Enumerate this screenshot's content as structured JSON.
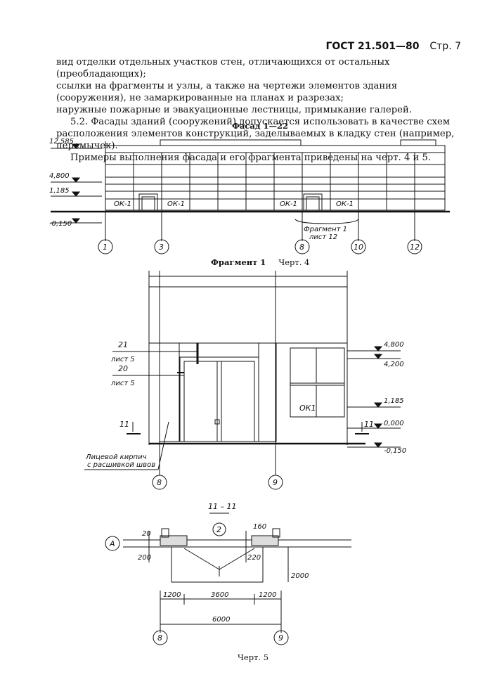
{
  "header": {
    "code": "ГОСТ 21.501—80",
    "page": "Стр. 7"
  },
  "body_text": [
    "вид отделки отдельных участков стен, отличающихся от остальных (преобладающих);",
    "ссылки на фрагменты и узлы, а также на чертежи элементов здания (сооружения), не замаркированные на планах и разрезах;",
    "наружные пожарные и эвакуационные лестницы, примыкание галерей.",
    "5.2. Фасады зданий (сооружений) допускается использовать в качестве схем расположения элементов конструкций, заделываемых в кладку стен (например, перемычек).",
    "Примеры выполнения фасада и его фрагмента приведены на черт. 4 и 5."
  ],
  "facade": {
    "title": "Фасад 1—22",
    "levels": [
      "12,585",
      "4,800",
      "1,185",
      "-0,150"
    ],
    "window_marks": [
      "ОК-1",
      "ОК-1",
      "ОК-1",
      "ОК-1"
    ],
    "fragment_note": [
      "Фрагмент 1",
      "лист 12"
    ],
    "axes": [
      "1",
      "3",
      "8",
      "10",
      "12"
    ]
  },
  "caption4": {
    "left": "Фрагмент 1",
    "right": "Черт. 4"
  },
  "fragment": {
    "refs": [
      {
        "num": "21",
        "sheet": "лист 5"
      },
      {
        "num": "20",
        "sheet": "лист 5"
      }
    ],
    "section_mark": "11",
    "window_mark": "ОК1",
    "levels": [
      "4,800",
      "4,200",
      "1,185",
      "0,000",
      "-0,150"
    ],
    "note": [
      "Лицевой кирпич",
      "с расшивкой швов"
    ],
    "axes": [
      "8",
      "9"
    ]
  },
  "section": {
    "title": "11 – 11",
    "axis_row": "А",
    "bay": "2",
    "dims_vert": [
      "20",
      "200",
      "220",
      "160",
      "2000"
    ],
    "dims_horiz": [
      "1200",
      "3600",
      "1200"
    ],
    "total": "6000",
    "axes": [
      "8",
      "9"
    ]
  },
  "caption5": "Черт. 5"
}
